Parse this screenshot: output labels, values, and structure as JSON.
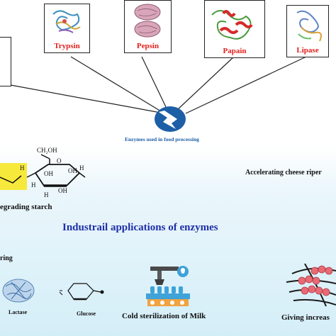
{
  "hub": {
    "label": "Enzymes used in food processing"
  },
  "enzymes": [
    {
      "name": "Trypsin"
    },
    {
      "name": "Pepsin"
    },
    {
      "name": "Papain"
    },
    {
      "name": "Lipase"
    }
  ],
  "main_title": "Industrail applications of enzymes",
  "applications": {
    "degrading_starch": "egrading starch",
    "cheese": "Accelerating cheese riper",
    "brewing_partial": "ring",
    "lactase": "Lactase",
    "glucose": "Glucose",
    "cold_sterilization": "Cold sterilization of Milk",
    "giving": "Giving increas"
  },
  "starch_labels": {
    "ch2oh": "CH₂OH",
    "o_ring": "O",
    "oh1": "OH",
    "oh2": "OH",
    "oh3": "OH",
    "h1": "H",
    "h2": "H",
    "h3": "H",
    "h4": "H"
  },
  "colors": {
    "enzyme_label": "#e0211d",
    "title": "#1f2ea8",
    "hub": "#1d5fa6",
    "highlight": "#f7e93b"
  }
}
